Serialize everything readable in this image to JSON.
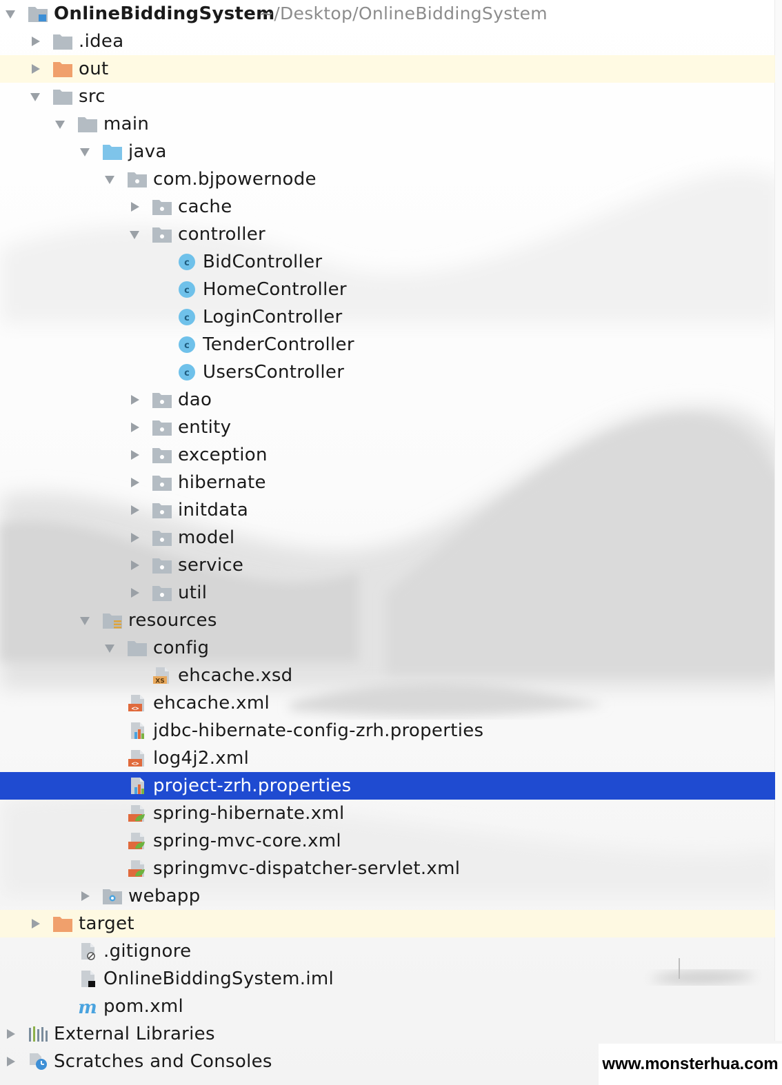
{
  "project_tree": {
    "root": {
      "name": "OnlineBiddingSystem",
      "path": "~/Desktop/OnlineBiddingSystem"
    },
    "items": [
      {
        "name": ".idea",
        "depth": 1,
        "arrow": "collapsed",
        "icon": "folder-icon"
      },
      {
        "name": "out",
        "depth": 1,
        "arrow": "collapsed",
        "icon": "excluded-folder-icon",
        "excluded": true
      },
      {
        "name": "src",
        "depth": 1,
        "arrow": "expanded",
        "icon": "folder-icon"
      },
      {
        "name": "main",
        "depth": 2,
        "arrow": "expanded",
        "icon": "folder-icon"
      },
      {
        "name": "java",
        "depth": 3,
        "arrow": "expanded",
        "icon": "source-folder-icon"
      },
      {
        "name": "com.bjpowernode",
        "depth": 4,
        "arrow": "expanded",
        "icon": "package-icon"
      },
      {
        "name": "cache",
        "depth": 5,
        "arrow": "collapsed",
        "icon": "package-icon"
      },
      {
        "name": "controller",
        "depth": 5,
        "arrow": "expanded",
        "icon": "package-icon"
      },
      {
        "name": "BidController",
        "depth": 6,
        "arrow": "none",
        "icon": "java-class-icon"
      },
      {
        "name": "HomeController",
        "depth": 6,
        "arrow": "none",
        "icon": "java-class-icon"
      },
      {
        "name": "LoginController",
        "depth": 6,
        "arrow": "none",
        "icon": "java-class-icon"
      },
      {
        "name": "TenderController",
        "depth": 6,
        "arrow": "none",
        "icon": "java-class-icon"
      },
      {
        "name": "UsersController",
        "depth": 6,
        "arrow": "none",
        "icon": "java-class-icon"
      },
      {
        "name": "dao",
        "depth": 5,
        "arrow": "collapsed",
        "icon": "package-icon"
      },
      {
        "name": "entity",
        "depth": 5,
        "arrow": "collapsed",
        "icon": "package-icon"
      },
      {
        "name": "exception",
        "depth": 5,
        "arrow": "collapsed",
        "icon": "package-icon"
      },
      {
        "name": "hibernate",
        "depth": 5,
        "arrow": "collapsed",
        "icon": "package-icon"
      },
      {
        "name": "initdata",
        "depth": 5,
        "arrow": "collapsed",
        "icon": "package-icon"
      },
      {
        "name": "model",
        "depth": 5,
        "arrow": "collapsed",
        "icon": "package-icon"
      },
      {
        "name": "service",
        "depth": 5,
        "arrow": "collapsed",
        "icon": "package-icon"
      },
      {
        "name": "util",
        "depth": 5,
        "arrow": "collapsed",
        "icon": "package-icon"
      },
      {
        "name": "resources",
        "depth": 3,
        "arrow": "expanded",
        "icon": "resources-folder-icon"
      },
      {
        "name": "config",
        "depth": 4,
        "arrow": "expanded",
        "icon": "folder-icon"
      },
      {
        "name": "ehcache.xsd",
        "depth": 5,
        "arrow": "none",
        "icon": "xsd-file-icon"
      },
      {
        "name": "ehcache.xml",
        "depth": 4,
        "arrow": "none",
        "icon": "xml-file-icon"
      },
      {
        "name": "jdbc-hibernate-config-zrh.properties",
        "depth": 4,
        "arrow": "none",
        "icon": "properties-file-icon"
      },
      {
        "name": "log4j2.xml",
        "depth": 4,
        "arrow": "none",
        "icon": "xml-file-icon"
      },
      {
        "name": "project-zrh.properties",
        "depth": 4,
        "arrow": "none",
        "icon": "properties-file-icon",
        "selected": true
      },
      {
        "name": "spring-hibernate.xml",
        "depth": 4,
        "arrow": "none",
        "icon": "spring-xml-file-icon"
      },
      {
        "name": "spring-mvc-core.xml",
        "depth": 4,
        "arrow": "none",
        "icon": "spring-xml-file-icon"
      },
      {
        "name": "springmvc-dispatcher-servlet.xml",
        "depth": 4,
        "arrow": "none",
        "icon": "spring-xml-file-icon"
      },
      {
        "name": "webapp",
        "depth": 3,
        "arrow": "collapsed",
        "icon": "web-folder-icon"
      },
      {
        "name": "target",
        "depth": 1,
        "arrow": "collapsed",
        "icon": "excluded-folder-icon",
        "excluded": true
      },
      {
        "name": ".gitignore",
        "depth": 2,
        "arrow": "none",
        "icon": "gitignore-file-icon"
      },
      {
        "name": "OnlineBiddingSystem.iml",
        "depth": 2,
        "arrow": "none",
        "icon": "iml-file-icon"
      },
      {
        "name": "pom.xml",
        "depth": 2,
        "arrow": "none",
        "icon": "maven-file-icon"
      },
      {
        "name": "External Libraries",
        "depth": 1,
        "arrow": "collapsed",
        "icon": "libraries-icon",
        "root_level": true
      },
      {
        "name": "Scratches and Consoles",
        "depth": 1,
        "arrow": "collapsed",
        "icon": "scratches-icon",
        "root_level": true
      }
    ]
  },
  "watermark": {
    "text": "www.monsterhua.com"
  },
  "colors": {
    "selection": "#1f4bd1",
    "excluded_bg": "#fff9de",
    "folder": "#b4bcc3",
    "excluded_folder": "#f0a06c",
    "source_folder": "#7ec4ea",
    "class_badge": "#6fc1ea"
  }
}
